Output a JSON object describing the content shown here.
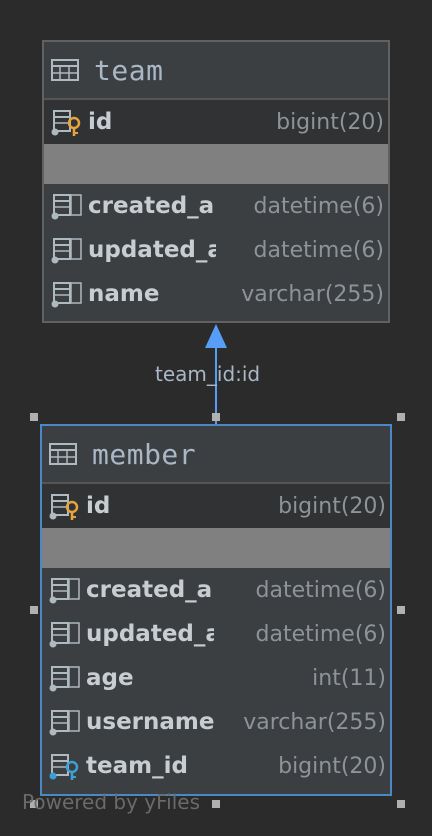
{
  "tables": [
    {
      "name": "team",
      "pk": {
        "name": "id",
        "type": "bigint(20)"
      },
      "columns": [
        {
          "name": "created_a",
          "type": "datetime(6)",
          "icon": "column-icon"
        },
        {
          "name": "updated_a",
          "type": "datetime(6)",
          "icon": "column-icon"
        },
        {
          "name": "name",
          "type": "varchar(255)",
          "icon": "column-icon"
        }
      ]
    },
    {
      "name": "member",
      "pk": {
        "name": "id",
        "type": "bigint(20)"
      },
      "columns": [
        {
          "name": "created_a",
          "type": "datetime(6)",
          "icon": "column-icon"
        },
        {
          "name": "updated_a",
          "type": "datetime(6)",
          "icon": "column-icon"
        },
        {
          "name": "age",
          "type": "int(11)",
          "icon": "column-icon"
        },
        {
          "name": "username",
          "type": "varchar(255)",
          "icon": "column-icon"
        },
        {
          "name": "team_id",
          "type": "bigint(20)",
          "icon": "foreign-key-column-icon"
        }
      ]
    }
  ],
  "edge": {
    "label": "team_id:id",
    "from": "member",
    "to": "team"
  },
  "watermark": "Powered by yFiles",
  "colors": {
    "background": "#2b2b2b",
    "table_bg": "#3c3f41",
    "selected_border": "#4a88c7",
    "edge": "#589df6",
    "pk_key": "#e8a33d",
    "fk_key": "#3ca0d8"
  }
}
